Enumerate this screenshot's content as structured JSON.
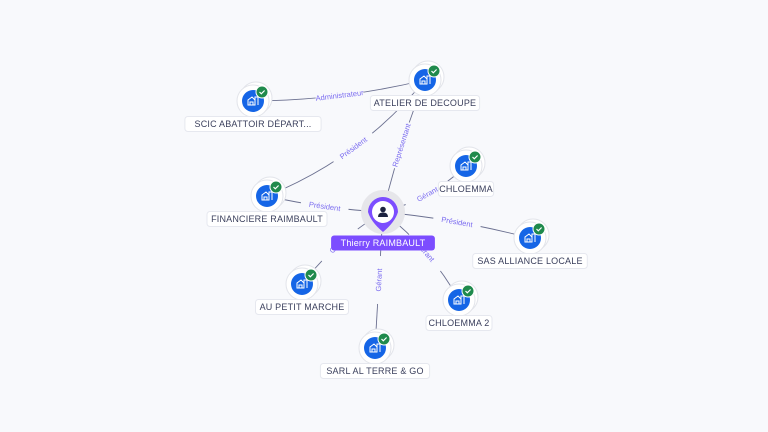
{
  "center": {
    "id": "person",
    "label": "Thierry RAIMBAULT",
    "icon": "person-icon"
  },
  "nodes": [
    {
      "id": "atelier",
      "label": "ATELIER DE DECOUPE",
      "icon": "company-icon",
      "verified": true
    },
    {
      "id": "scic",
      "label": "SCIC ABATTOIR DÉPART...",
      "icon": "company-icon",
      "verified": true
    },
    {
      "id": "chloemma",
      "label": "CHLOEMMA",
      "icon": "company-icon",
      "verified": true
    },
    {
      "id": "financiere",
      "label": "FINANCIERE RAIMBAULT",
      "icon": "company-icon",
      "verified": true
    },
    {
      "id": "sas",
      "label": "SAS ALLIANCE LOCALE",
      "icon": "company-icon",
      "verified": true
    },
    {
      "id": "aupetit",
      "label": "AU PETIT MARCHE",
      "icon": "company-icon",
      "verified": true
    },
    {
      "id": "chloemma2",
      "label": "CHLOEMMA 2",
      "icon": "company-icon",
      "verified": true
    },
    {
      "id": "sarl",
      "label": "SARL AL TERRE & GO",
      "icon": "company-icon",
      "verified": true
    }
  ],
  "edges": [
    {
      "from": "atelier",
      "to": "scic",
      "label": "Administrateur"
    },
    {
      "from": "financiere",
      "to": "atelier",
      "label": "Président"
    },
    {
      "from": "person",
      "to": "atelier",
      "label": "Représentant"
    },
    {
      "from": "person",
      "to": "chloemma",
      "label": "Gérant"
    },
    {
      "from": "person",
      "to": "financiere",
      "label": "Président"
    },
    {
      "from": "person",
      "to": "sas",
      "label": "Président"
    },
    {
      "from": "person",
      "to": "aupetit",
      "label": "Gérant"
    },
    {
      "from": "person",
      "to": "sarl",
      "label": "Gérant"
    },
    {
      "from": "person",
      "to": "chloemma2",
      "label": "Gérant"
    }
  ],
  "colors": {
    "accent": "#7c4dff",
    "node": "#1565e6",
    "verified": "#1f8a4c",
    "edge": "#6b7090",
    "edge_label": "#7b6cf0"
  }
}
